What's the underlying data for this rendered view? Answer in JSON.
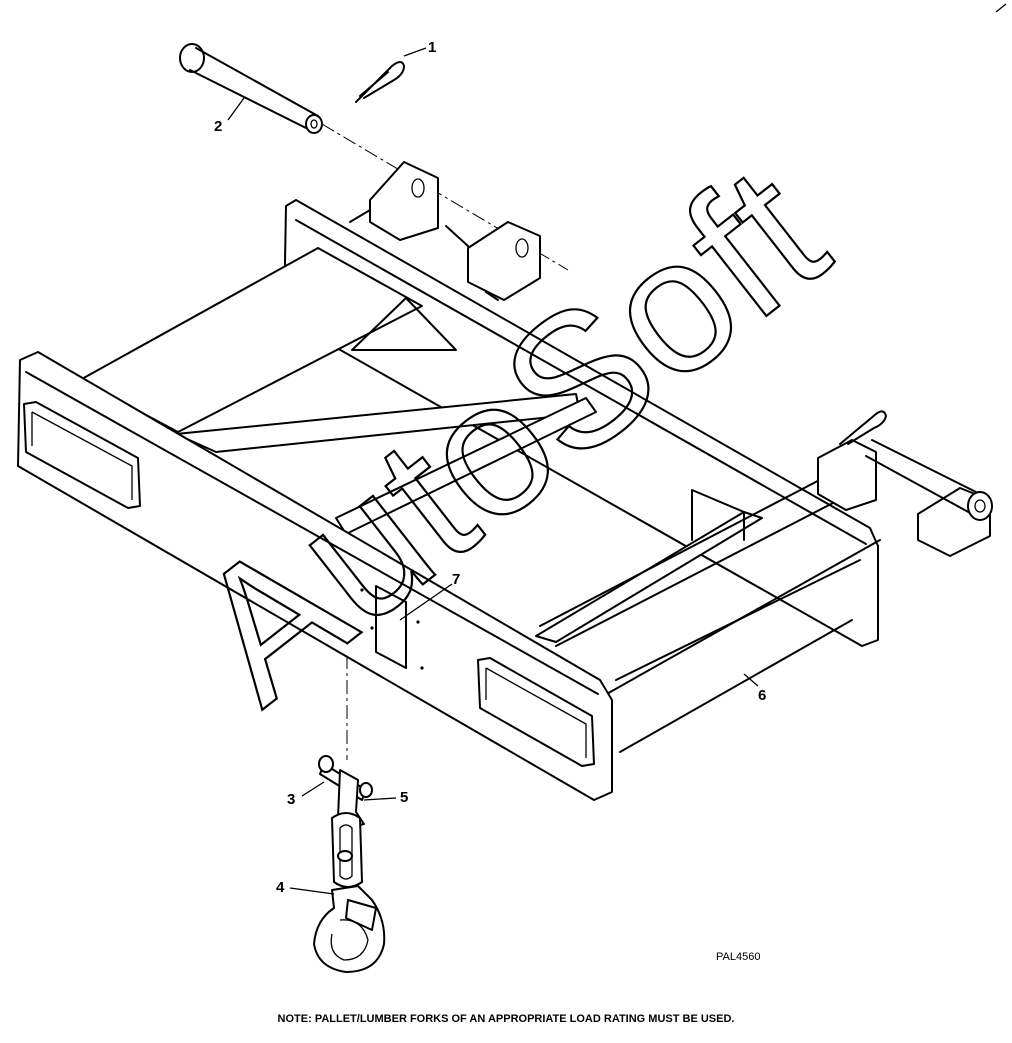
{
  "callouts": [
    "1",
    "2",
    "3",
    "4",
    "5",
    "6",
    "7"
  ],
  "figure_id": "PAL4560",
  "note": "NOTE:   PALLET/LUMBER FORKS OF AN APPROPRIATE LOAD RATING MUST BE USED.",
  "watermark": "AutoSoft"
}
